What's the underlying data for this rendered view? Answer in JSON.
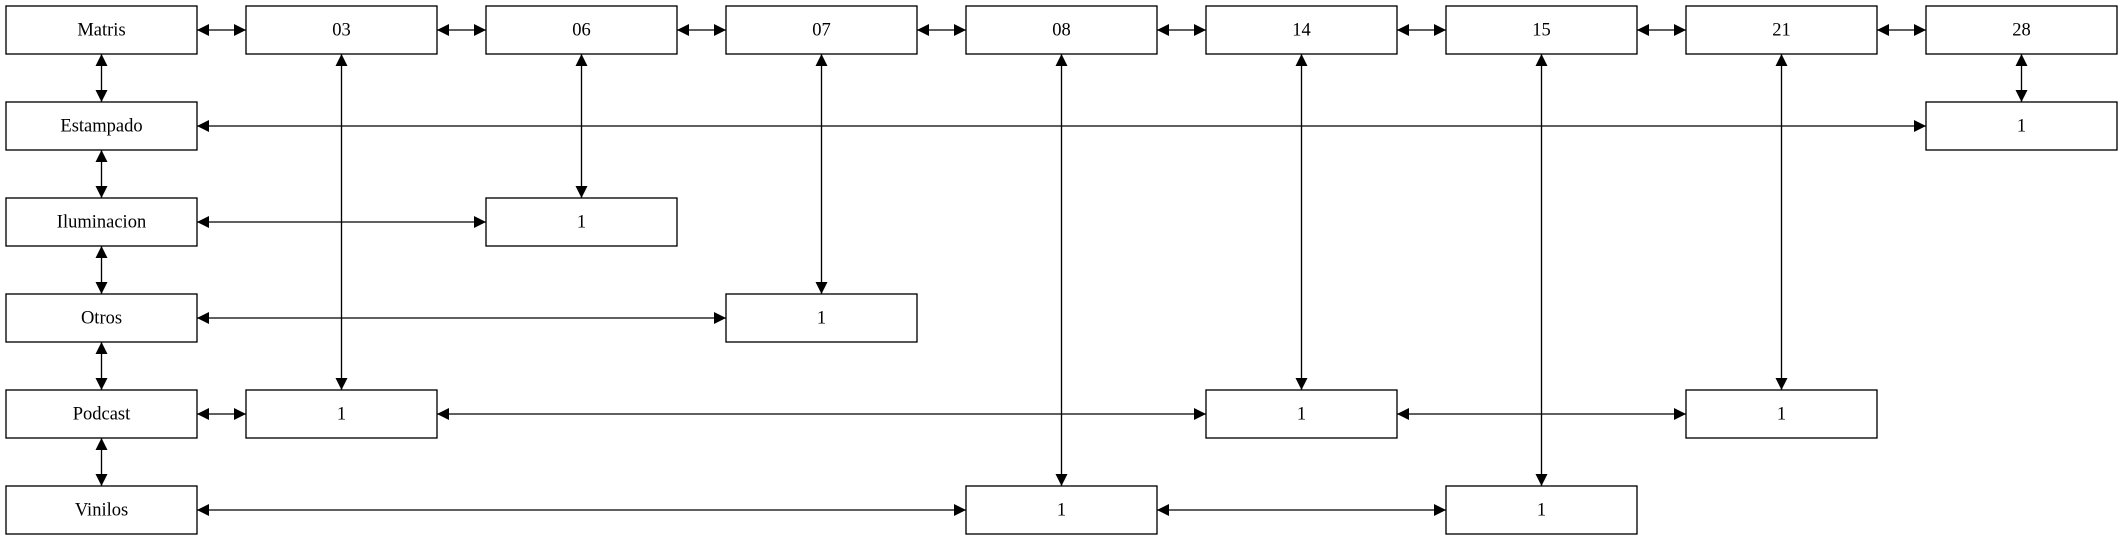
{
  "header": [
    "Matris",
    "03",
    "06",
    "07",
    "08",
    "14",
    "15",
    "21",
    "28"
  ],
  "row_labels": [
    "Estampado",
    "Iluminacion",
    "Otros",
    "Podcast",
    "Vinilos"
  ],
  "cells": [
    {
      "row": "Estampado",
      "col": "28",
      "value": "1"
    },
    {
      "row": "Iluminacion",
      "col": "06",
      "value": "1"
    },
    {
      "row": "Otros",
      "col": "07",
      "value": "1"
    },
    {
      "row": "Podcast",
      "col": "03",
      "value": "1"
    },
    {
      "row": "Podcast",
      "col": "14",
      "value": "1"
    },
    {
      "row": "Podcast",
      "col": "21",
      "value": "1"
    },
    {
      "row": "Vinilos",
      "col": "08",
      "value": "1"
    },
    {
      "row": "Vinilos",
      "col": "15",
      "value": "1"
    }
  ],
  "edges": [
    [
      "Matris",
      "03"
    ],
    [
      "03",
      "06"
    ],
    [
      "06",
      "07"
    ],
    [
      "07",
      "08"
    ],
    [
      "08",
      "14"
    ],
    [
      "14",
      "15"
    ],
    [
      "15",
      "21"
    ],
    [
      "21",
      "28"
    ],
    [
      "Matris",
      "Estampado"
    ],
    [
      "Estampado",
      "Iluminacion"
    ],
    [
      "Iluminacion",
      "Otros"
    ],
    [
      "Otros",
      "Podcast"
    ],
    [
      "Podcast",
      "Vinilos"
    ],
    [
      "Estampado",
      "Estampado:28"
    ],
    [
      "28",
      "Estampado:28"
    ],
    [
      "Iluminacion",
      "Iluminacion:06"
    ],
    [
      "06",
      "Iluminacion:06"
    ],
    [
      "Otros",
      "Otros:07"
    ],
    [
      "07",
      "Otros:07"
    ],
    [
      "Podcast",
      "Podcast:03"
    ],
    [
      "03",
      "Podcast:03"
    ],
    [
      "Podcast:03",
      "Podcast:14"
    ],
    [
      "14",
      "Podcast:14"
    ],
    [
      "Podcast:14",
      "Podcast:21"
    ],
    [
      "21",
      "Podcast:21"
    ],
    [
      "Vinilos",
      "Vinilos:08"
    ],
    [
      "08",
      "Vinilos:08"
    ],
    [
      "Vinilos:08",
      "Vinilos:15"
    ],
    [
      "15",
      "Vinilos:15"
    ]
  ]
}
